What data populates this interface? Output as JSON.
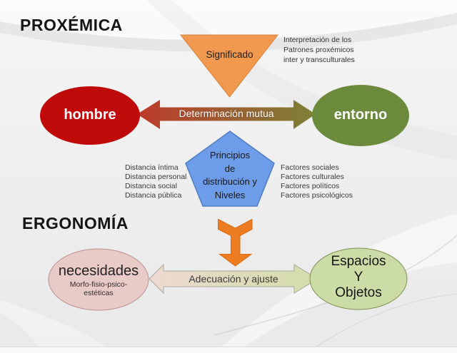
{
  "titles": {
    "proxemics": "PROXÉMICA",
    "ergonomics": "ERGONOMÍA"
  },
  "proxemics": {
    "triangle_label": "Significado",
    "annotation": [
      "Interpretación de los",
      "Patrones proxémicos",
      "inter y transculturales"
    ],
    "left_ellipse": "hombre",
    "right_ellipse": "entorno",
    "arrow_label": "Determinación mutua",
    "pentagon_lines": [
      "Principios",
      "de",
      "distribución y",
      "Niveles"
    ],
    "distance_list": [
      "Distancia íntima",
      "Distancia personal",
      "Distancia social",
      "Distancia pública"
    ],
    "factors_list": [
      "Factores sociales",
      "Factores culturales",
      "Factores políticos",
      "Factores psicológicos"
    ]
  },
  "ergonomics": {
    "left_ellipse": "necesidades",
    "left_ellipse_sub": [
      "Morfo-fisio-psico-",
      "estéticas"
    ],
    "right_ellipse_lines": [
      "Espacios",
      "Y",
      "Objetos"
    ],
    "arrow_label": "Adecuación y ajuste"
  },
  "colors": {
    "triangle_fill": "#F0994F",
    "triangle_stroke": "#DA8440",
    "hombre_fill": "#C00909",
    "entorno_fill": "#6B8A3C",
    "arrow1_left": "#BE3A2B",
    "arrow1_right": "#7E8137",
    "pentagon_fill": "#6D9DE8",
    "pentagon_stroke": "#4E7FC1",
    "down_arrow_fill": "#ED7D23",
    "down_arrow_stroke": "#D96A12",
    "necesidades_fill": "#E8CAC7",
    "necesidades_stroke": "#BA918E",
    "espacios_fill": "#CBDCA6",
    "espacios_stroke": "#7F9055",
    "arrow2_left": "#EED9D2",
    "arrow2_right": "#D2DDA8",
    "arrow2_stroke": "#A9A9A0"
  }
}
